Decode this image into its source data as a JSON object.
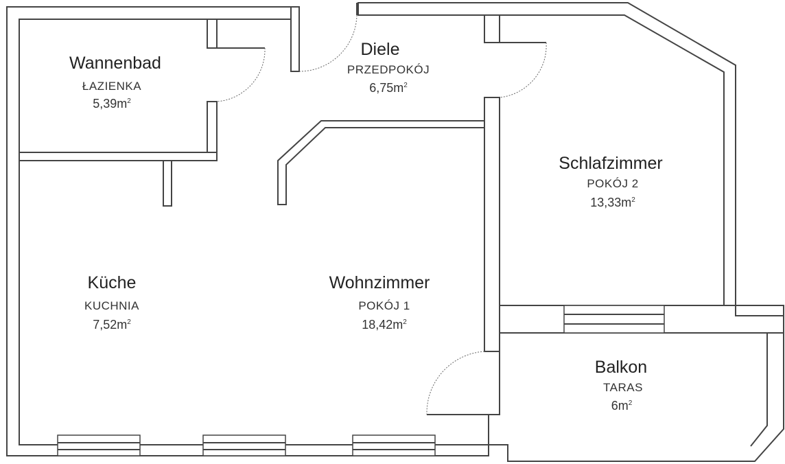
{
  "unit_superscript": "2",
  "rooms": {
    "wannenbad": {
      "name": "Wannenbad",
      "name_pl": "ŁAZIENKA",
      "area": "5,39m"
    },
    "diele": {
      "name": "Diele",
      "name_pl": "PRZEDPOKÓJ",
      "area": "6,75m"
    },
    "schlafzimmer": {
      "name": "Schlafzimmer",
      "name_pl": "POKÓJ 2",
      "area": "13,33m"
    },
    "kueche": {
      "name": "Küche",
      "name_pl": "KUCHNIA",
      "area": "7,52m"
    },
    "wohnzimmer": {
      "name": "Wohnzimmer",
      "name_pl": "POKÓJ 1",
      "area": "18,42m"
    },
    "balkon": {
      "name": "Balkon",
      "name_pl": "TARAS",
      "area": "6m"
    }
  }
}
